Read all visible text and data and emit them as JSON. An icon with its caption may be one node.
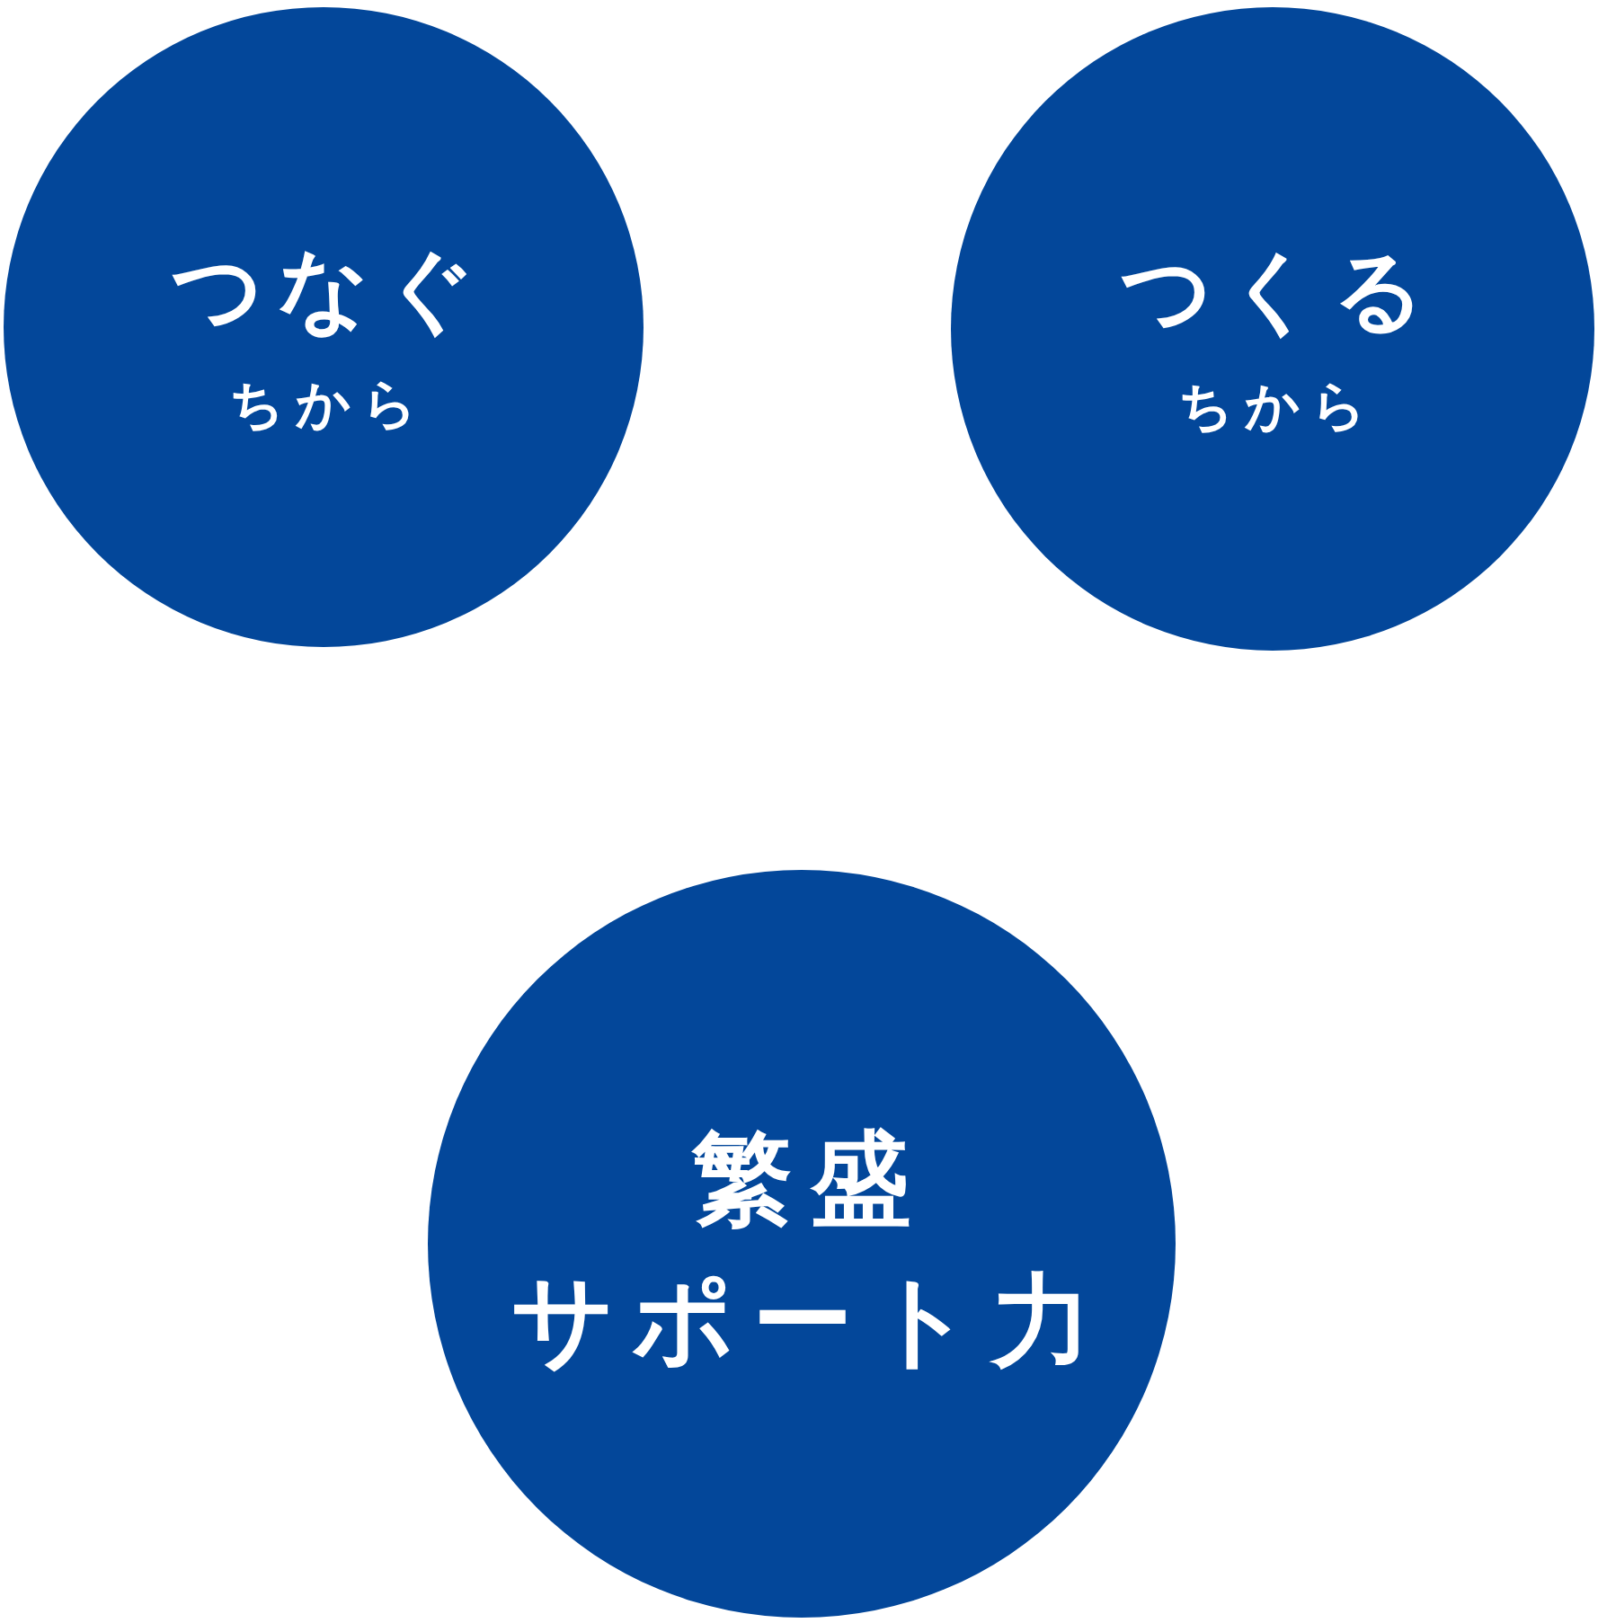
{
  "diagram": {
    "nodes": [
      {
        "text": [
          "つなぐ",
          "ちから"
        ]
      },
      {
        "text": [
          "つくる",
          "ちから"
        ]
      },
      {
        "text": [
          "繁盛サポート力"
        ]
      }
    ]
  }
}
